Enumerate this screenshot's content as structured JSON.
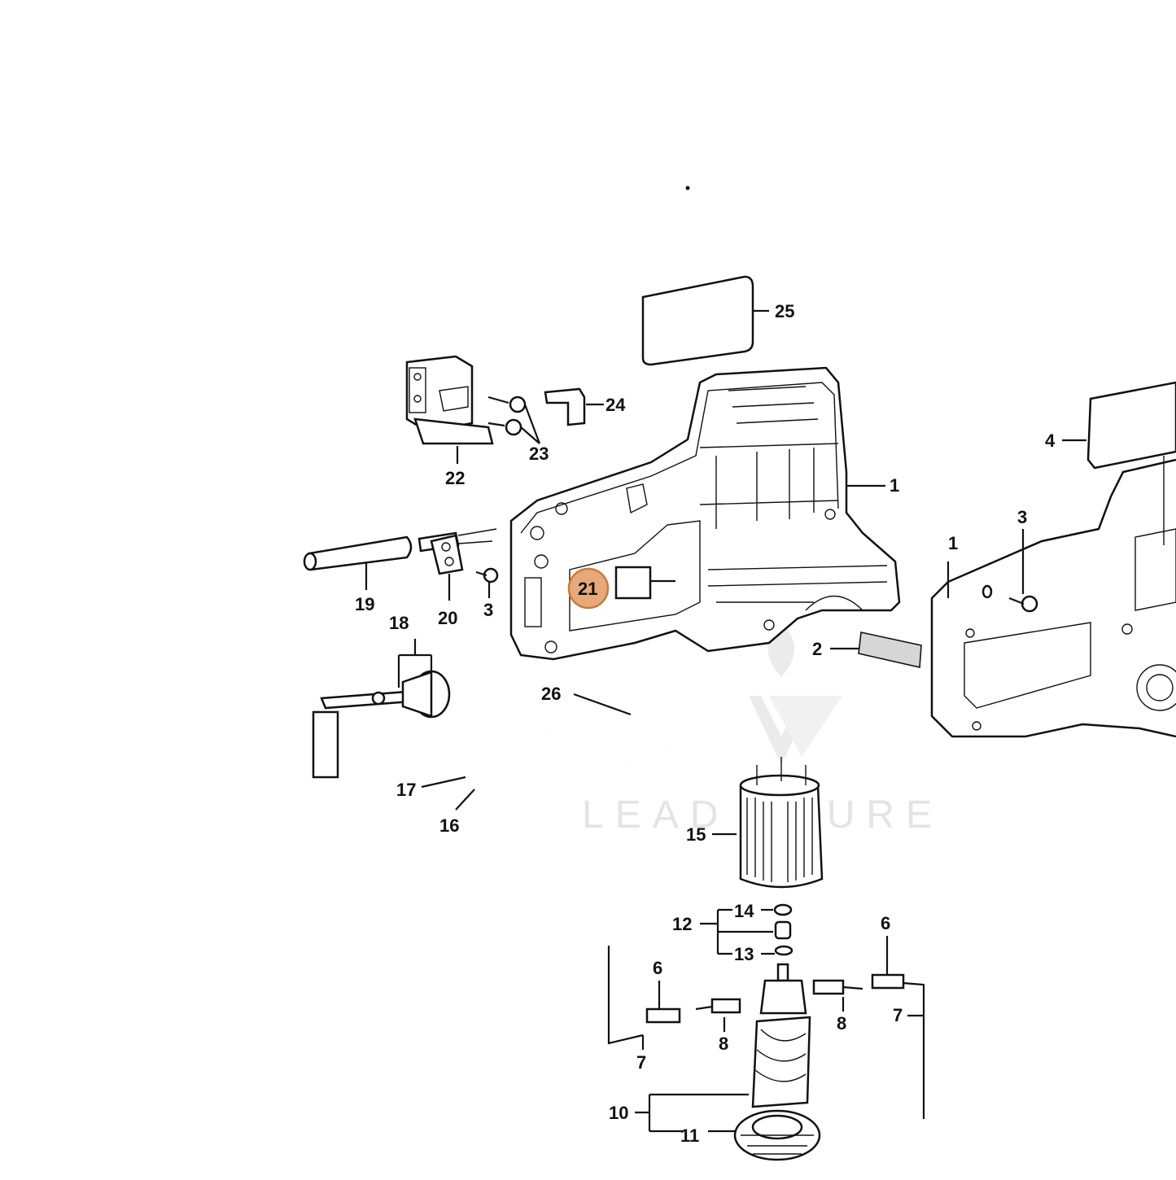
{
  "callouts": {
    "c1a": "1",
    "c1b": "1",
    "c2": "2",
    "c3a": "3",
    "c3b": "3",
    "c4": "4",
    "c6a": "6",
    "c6b": "6",
    "c7a": "7",
    "c7b": "7",
    "c8a": "8",
    "c8b": "8",
    "c10": "10",
    "c11": "11",
    "c12": "12",
    "c13": "13",
    "c14": "14",
    "c15": "15",
    "c16": "16",
    "c17": "17",
    "c18": "18",
    "c19": "19",
    "c20": "20",
    "c21": "21",
    "c22": "22",
    "c23": "23",
    "c24": "24",
    "c25": "25",
    "c26": "26"
  },
  "watermark": "LEAD   NTURE",
  "highlight": {
    "callout": "21",
    "color": "#e8a97a",
    "border": "#c97a3f"
  }
}
